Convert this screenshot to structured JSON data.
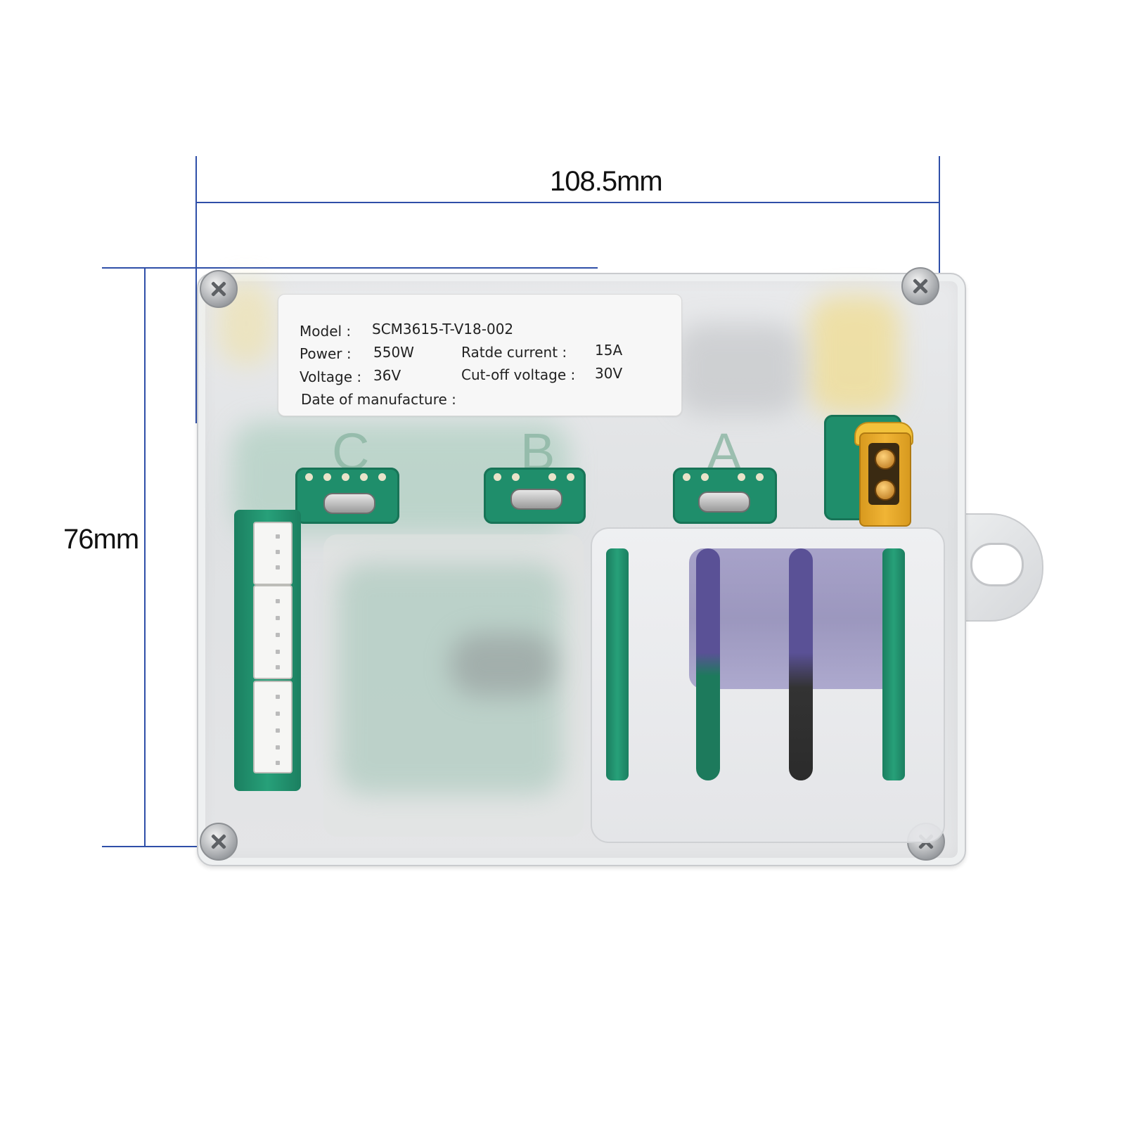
{
  "dimensions": {
    "width": "108.5mm",
    "height": "76mm"
  },
  "label": {
    "model_label": "Model :",
    "model_value": "SCM3615-T-V18-002",
    "power_label": "Power :",
    "power_value": "550W",
    "rated_current_label": "Ratde current :",
    "rated_current_value": "15A",
    "voltage_label": "Voltage :",
    "voltage_value": "36V",
    "cutoff_label": "Cut-off voltage :",
    "cutoff_value": "30V",
    "date_label": "Date of manufacture :"
  },
  "phases": [
    "C",
    "B",
    "A"
  ],
  "colors": {
    "dimension_line": "#2f4fa8",
    "pcb_green": "#1f8e6b",
    "connector_orange": "#f0b435"
  }
}
